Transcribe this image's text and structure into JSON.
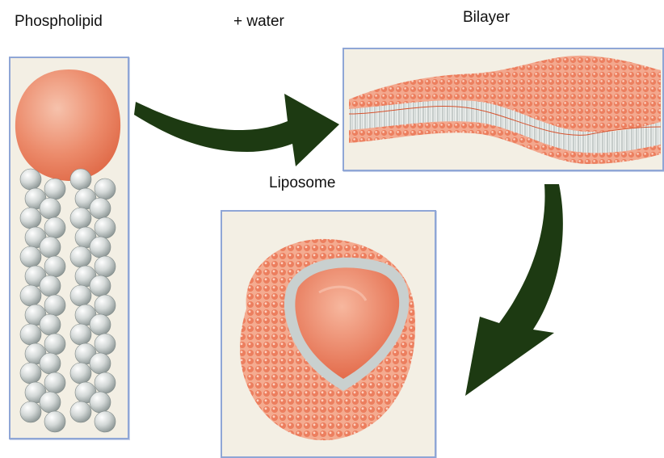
{
  "labels": {
    "phospholipid": "Phospholipid",
    "water": "+ water",
    "bilayer": "Bilayer",
    "liposome": "Liposome"
  },
  "colors": {
    "head": "#e7795a",
    "head_light": "#f6c2ac",
    "tail": "#c9d0cf",
    "arrow": "#1d3a12",
    "panel_bg": "#f3efe4",
    "panel_border": "#8fa6d6"
  },
  "icons": {
    "phospholipid": "phospholipid-molecule-illustration",
    "bilayer": "lipid-bilayer-sheet-illustration",
    "liposome": "liposome-vesicle-illustration",
    "arrow1": "curved-arrow-right",
    "arrow2": "curved-arrow-down-left"
  }
}
